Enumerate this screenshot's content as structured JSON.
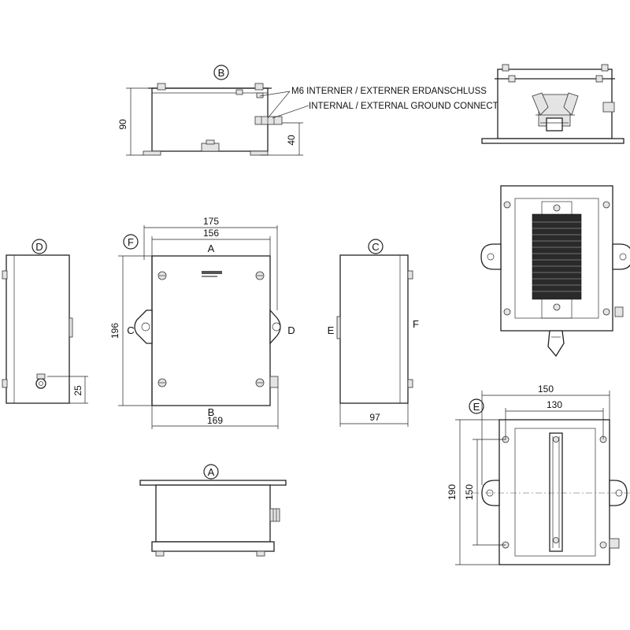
{
  "views": {
    "A": "A",
    "B": "B",
    "C": "C",
    "D": "D",
    "E": "E",
    "F": "F"
  },
  "note": {
    "line1": "M6 INTERNER / EXTERNER ERDANSCHLUSS",
    "line2": "INTERNAL / EXTERNAL GROUND CONNECTION"
  },
  "dimensions": {
    "height_90": "90",
    "ground_40": "40",
    "width_175": "175",
    "width_156": "156",
    "height_196": "196",
    "width_169": "169",
    "depth_97": "97",
    "ground_25": "25",
    "width_150": "150",
    "width_130": "130",
    "height_190": "190",
    "height_150": "150"
  },
  "face_labels": {
    "top": "A",
    "bottom": "B",
    "left": "C",
    "right": "D",
    "side_left": "E",
    "side_right": "F"
  }
}
